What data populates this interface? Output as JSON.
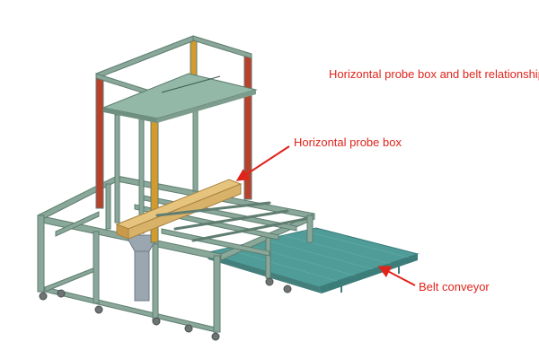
{
  "labels": {
    "title": "Horizontal probe box and belt relationship",
    "probe_box": "Horizontal probe box",
    "belt_conveyor": "Belt conveyor"
  },
  "colors": {
    "label_text": "#e0241b",
    "arrow": "#e0241b",
    "frame": "#8aa89a",
    "frame_dark": "#5f7d70",
    "red_post": "#b7412c",
    "orange_post": "#d49a2b",
    "platform": "#93b8a8",
    "probe_box": "#d9b26a",
    "belt": "#4f9c98",
    "belt_dark": "#3c7d7a",
    "wheel": "#6e7474",
    "support": "#9aa6b0"
  }
}
